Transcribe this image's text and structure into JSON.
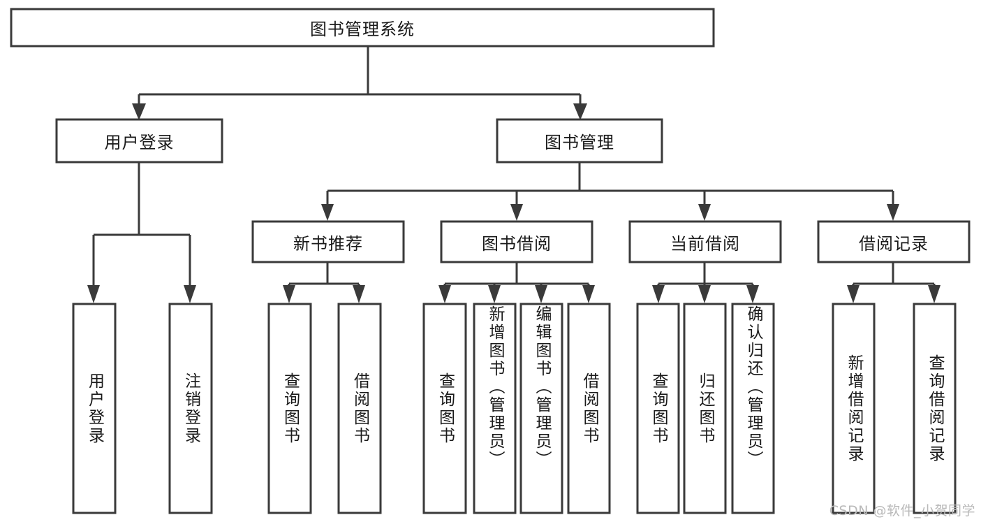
{
  "diagram": {
    "type": "tree-hierarchy-functional-decomposition",
    "root": {
      "id": "root",
      "label": "图书管理系统"
    },
    "level2": [
      {
        "id": "user-login",
        "label": "用户登录"
      },
      {
        "id": "book-management",
        "label": "图书管理"
      }
    ],
    "level3": [
      {
        "id": "new-book-recommend",
        "label": "新书推荐",
        "parent": "book-management"
      },
      {
        "id": "book-borrow",
        "label": "图书借阅",
        "parent": "book-management"
      },
      {
        "id": "current-borrow",
        "label": "当前借阅",
        "parent": "book-management"
      },
      {
        "id": "borrow-record",
        "label": "借阅记录",
        "parent": "book-management"
      }
    ],
    "leaves": [
      {
        "id": "leaf-user-login",
        "label": "用户登录",
        "parent": "user-login"
      },
      {
        "id": "leaf-logout-login",
        "label": "注销登录",
        "parent": "user-login"
      },
      {
        "id": "leaf-query-book-1",
        "label": "查询图书",
        "parent": "new-book-recommend"
      },
      {
        "id": "leaf-borrow-book-1",
        "label": "借阅图书",
        "parent": "new-book-recommend"
      },
      {
        "id": "leaf-query-book-2",
        "label": "查询图书",
        "parent": "book-borrow"
      },
      {
        "id": "leaf-add-book",
        "label": "新增图书（管理员）",
        "parent": "book-borrow"
      },
      {
        "id": "leaf-edit-book",
        "label": "编辑图书（管理员）",
        "parent": "book-borrow"
      },
      {
        "id": "leaf-borrow-book-2",
        "label": "借阅图书",
        "parent": "book-borrow"
      },
      {
        "id": "leaf-query-book-3",
        "label": "查询图书",
        "parent": "current-borrow"
      },
      {
        "id": "leaf-return-book",
        "label": "归还图书",
        "parent": "current-borrow"
      },
      {
        "id": "leaf-confirm-return",
        "label": "确认归还（管理员）",
        "parent": "current-borrow"
      },
      {
        "id": "leaf-add-borrow-record",
        "label": "新增借阅记录",
        "parent": "borrow-record"
      },
      {
        "id": "leaf-query-borrow-record",
        "label": "查询借阅记录",
        "parent": "borrow-record"
      }
    ],
    "watermark": "CSDN @软件_小贺同学",
    "colors": {
      "box_stroke": "#3a3a3a",
      "box_fill": "#ffffff",
      "text": "#1a1a1a",
      "background": "#ffffff",
      "watermark": "#b9b9b9"
    }
  }
}
